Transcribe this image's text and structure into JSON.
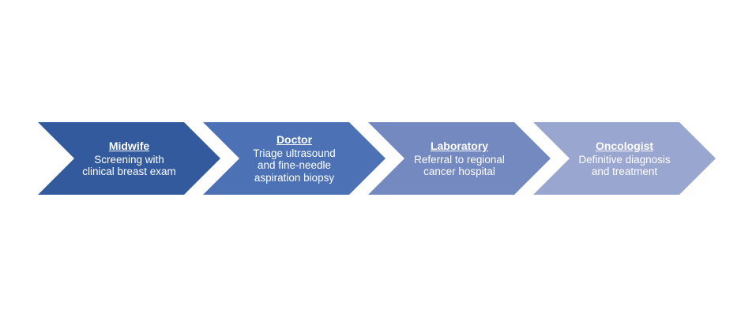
{
  "diagram": {
    "type": "process-flow-chevrons",
    "background_color": "#FFFFFF",
    "text_color": "#FFFFFF",
    "steps": [
      {
        "role": "Midwife",
        "description": "Screening with clinical breast exam",
        "color": "#335A9D"
      },
      {
        "role": "Doctor",
        "description": "Triage ultrasound and fine-needle aspiration biopsy",
        "color": "#4C72B5"
      },
      {
        "role": "Laboratory",
        "description": "Referral to regional cancer hospital",
        "color": "#7389BF"
      },
      {
        "role": "Oncologist",
        "description": "Definitive diagnosis and treatment",
        "color": "#99A6D0"
      }
    ]
  }
}
